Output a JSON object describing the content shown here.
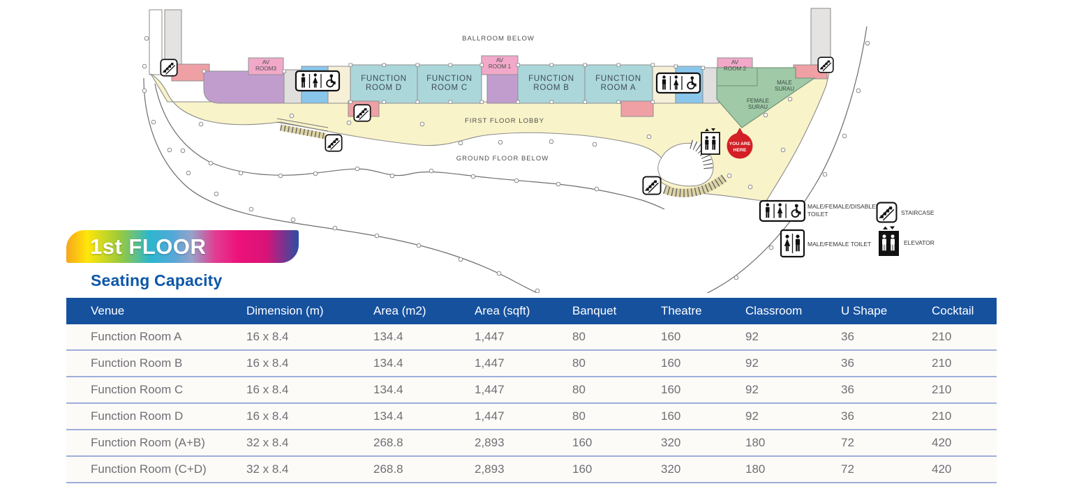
{
  "plan": {
    "areas": {
      "ballroom_below": "BALLROOM BELOW",
      "first_floor_lobby": "FIRST FLOOR LOBBY",
      "ground_floor_below": "GROUND FLOOR BELOW"
    },
    "function_rooms": [
      {
        "line1": "FUNCTION",
        "line2": "ROOM D"
      },
      {
        "line1": "FUNCTION",
        "line2": "ROOM C"
      },
      {
        "line1": "FUNCTION",
        "line2": "ROOM B"
      },
      {
        "line1": "FUNCTION",
        "line2": "ROOM A"
      }
    ],
    "av_rooms": [
      {
        "line1": "AV",
        "line2": "ROOM3"
      },
      {
        "line1": "AV",
        "line2": "ROOM 1"
      },
      {
        "line1": "AV",
        "line2": "ROOM 2"
      }
    ],
    "surau": {
      "female_line1": "FEMALE",
      "female_line2": "SURAU",
      "male_line1": "MALE",
      "male_line2": "SURAU"
    },
    "you_are_here": {
      "line1": "YOU ARE",
      "line2": "HERE"
    },
    "legend": {
      "items": [
        {
          "icon": "male-female-disabled-toilet-sign",
          "line1": "MALE/FEMALE/DISABLED",
          "line2": "TOILET"
        },
        {
          "icon": "staircase-icon",
          "line1": "STAIRCASE",
          "line2": ""
        },
        {
          "icon": "male-female-toilet-sign",
          "line1": "MALE/FEMALE TOILET",
          "line2": ""
        },
        {
          "icon": "elevator-icon",
          "line1": "ELEVATOR",
          "line2": ""
        }
      ]
    }
  },
  "banner": {
    "title": "1st FLOOR"
  },
  "section": {
    "title": "Seating Capacity"
  },
  "table": {
    "headers": [
      "Venue",
      "Dimension (m)",
      "Area (m2)",
      "Area (sqft)",
      "Banquet",
      "Theatre",
      "Classroom",
      "U Shape",
      "Cocktail"
    ],
    "rows": [
      {
        "venue": "Function Room A",
        "dimension": "16 x 8.4",
        "area_m2": "134.4",
        "area_sqft": "1,447",
        "banquet": "80",
        "theatre": "160",
        "classroom": "92",
        "u_shape": "36",
        "cocktail": "210"
      },
      {
        "venue": "Function Room B",
        "dimension": "16 x 8.4",
        "area_m2": "134.4",
        "area_sqft": "1,447",
        "banquet": "80",
        "theatre": "160",
        "classroom": "92",
        "u_shape": "36",
        "cocktail": "210"
      },
      {
        "venue": "Function Room C",
        "dimension": "16 x 8.4",
        "area_m2": "134.4",
        "area_sqft": "1,447",
        "banquet": "80",
        "theatre": "160",
        "classroom": "92",
        "u_shape": "36",
        "cocktail": "210"
      },
      {
        "venue": "Function Room D",
        "dimension": "16 x 8.4",
        "area_m2": "134.4",
        "area_sqft": "1,447",
        "banquet": "80",
        "theatre": "160",
        "classroom": "92",
        "u_shape": "36",
        "cocktail": "210"
      },
      {
        "venue": "Function Room (A+B)",
        "dimension": "32 x 8.4",
        "area_m2": "268.8",
        "area_sqft": "2,893",
        "banquet": "160",
        "theatre": "320",
        "classroom": "180",
        "u_shape": "72",
        "cocktail": "420"
      },
      {
        "venue": "Function Room (C+D)",
        "dimension": "32 x 8.4",
        "area_m2": "268.8",
        "area_sqft": "2,893",
        "banquet": "160",
        "theatre": "320",
        "classroom": "180",
        "u_shape": "72",
        "cocktail": "420"
      }
    ]
  },
  "colors": {
    "header_blue": "#16519E",
    "row_divider": "#9FAEDA",
    "title_blue": "#0D57A7",
    "lobby_yellow": "#F9F3C9",
    "function_room_teal": "#ABD7DB",
    "av_room_pink": "#F2A9C9",
    "store_purple": "#C19DCE",
    "toilet_blue": "#8AC6EB",
    "surau_green": "#9FC9A7",
    "stair_salmon": "#EFA0A5",
    "you_are_here_red": "#D31F26"
  }
}
